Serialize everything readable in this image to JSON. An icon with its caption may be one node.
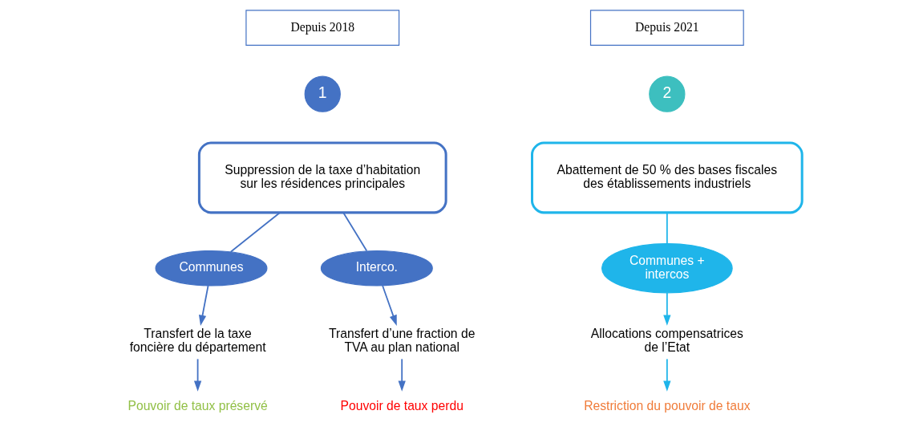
{
  "diagram": {
    "nodes": [
      {
        "text": [
          "Depuis 2018"
        ]
      },
      {
        "text": [
          "1"
        ]
      },
      {
        "text": [
          "Suppression de la taxe d’habitation sur les résidences principales"
        ]
      },
      {
        "text": [
          "Communes"
        ]
      },
      {
        "text": [
          "Interco."
        ]
      },
      {
        "text": [
          "Transfert de la taxe foncière du département"
        ]
      },
      {
        "text": [
          "Pouvoir de taux préservé"
        ]
      },
      {
        "text": [
          "Transfert d’une fraction de TVA au plan national"
        ]
      },
      {
        "text": [
          "Pouvoir de taux perdu"
        ]
      },
      {
        "text": [
          "Depuis 2021"
        ]
      },
      {
        "text": [
          "2"
        ]
      },
      {
        "text": [
          "Abattement de 50 % des bases fiscales des établissements industriels"
        ]
      },
      {
        "text": [
          "Communes + intercos"
        ]
      },
      {
        "text": [
          "Allocations compensatrices de l’Etat"
        ]
      },
      {
        "text": [
          "Restriction du pouvoir de taux"
        ]
      }
    ],
    "edges": [
      {
        "from": 2,
        "to": 3,
        "arrow": "none"
      },
      {
        "from": 2,
        "to": 4,
        "arrow": "none"
      },
      {
        "from": 3,
        "to": 5,
        "arrow": "to"
      },
      {
        "from": 5,
        "to": 6,
        "arrow": "to"
      },
      {
        "from": 4,
        "to": 7,
        "arrow": "to"
      },
      {
        "from": 7,
        "to": 8,
        "arrow": "to"
      },
      {
        "from": 11,
        "to": 12,
        "arrow": "none",
        "color": "#1fb5ea"
      },
      {
        "from": 12,
        "to": 13,
        "arrow": "to",
        "color": "#1fb5ea"
      },
      {
        "from": 13,
        "to": 14,
        "arrow": "to",
        "color": "#1fb5ea"
      }
    ]
  }
}
